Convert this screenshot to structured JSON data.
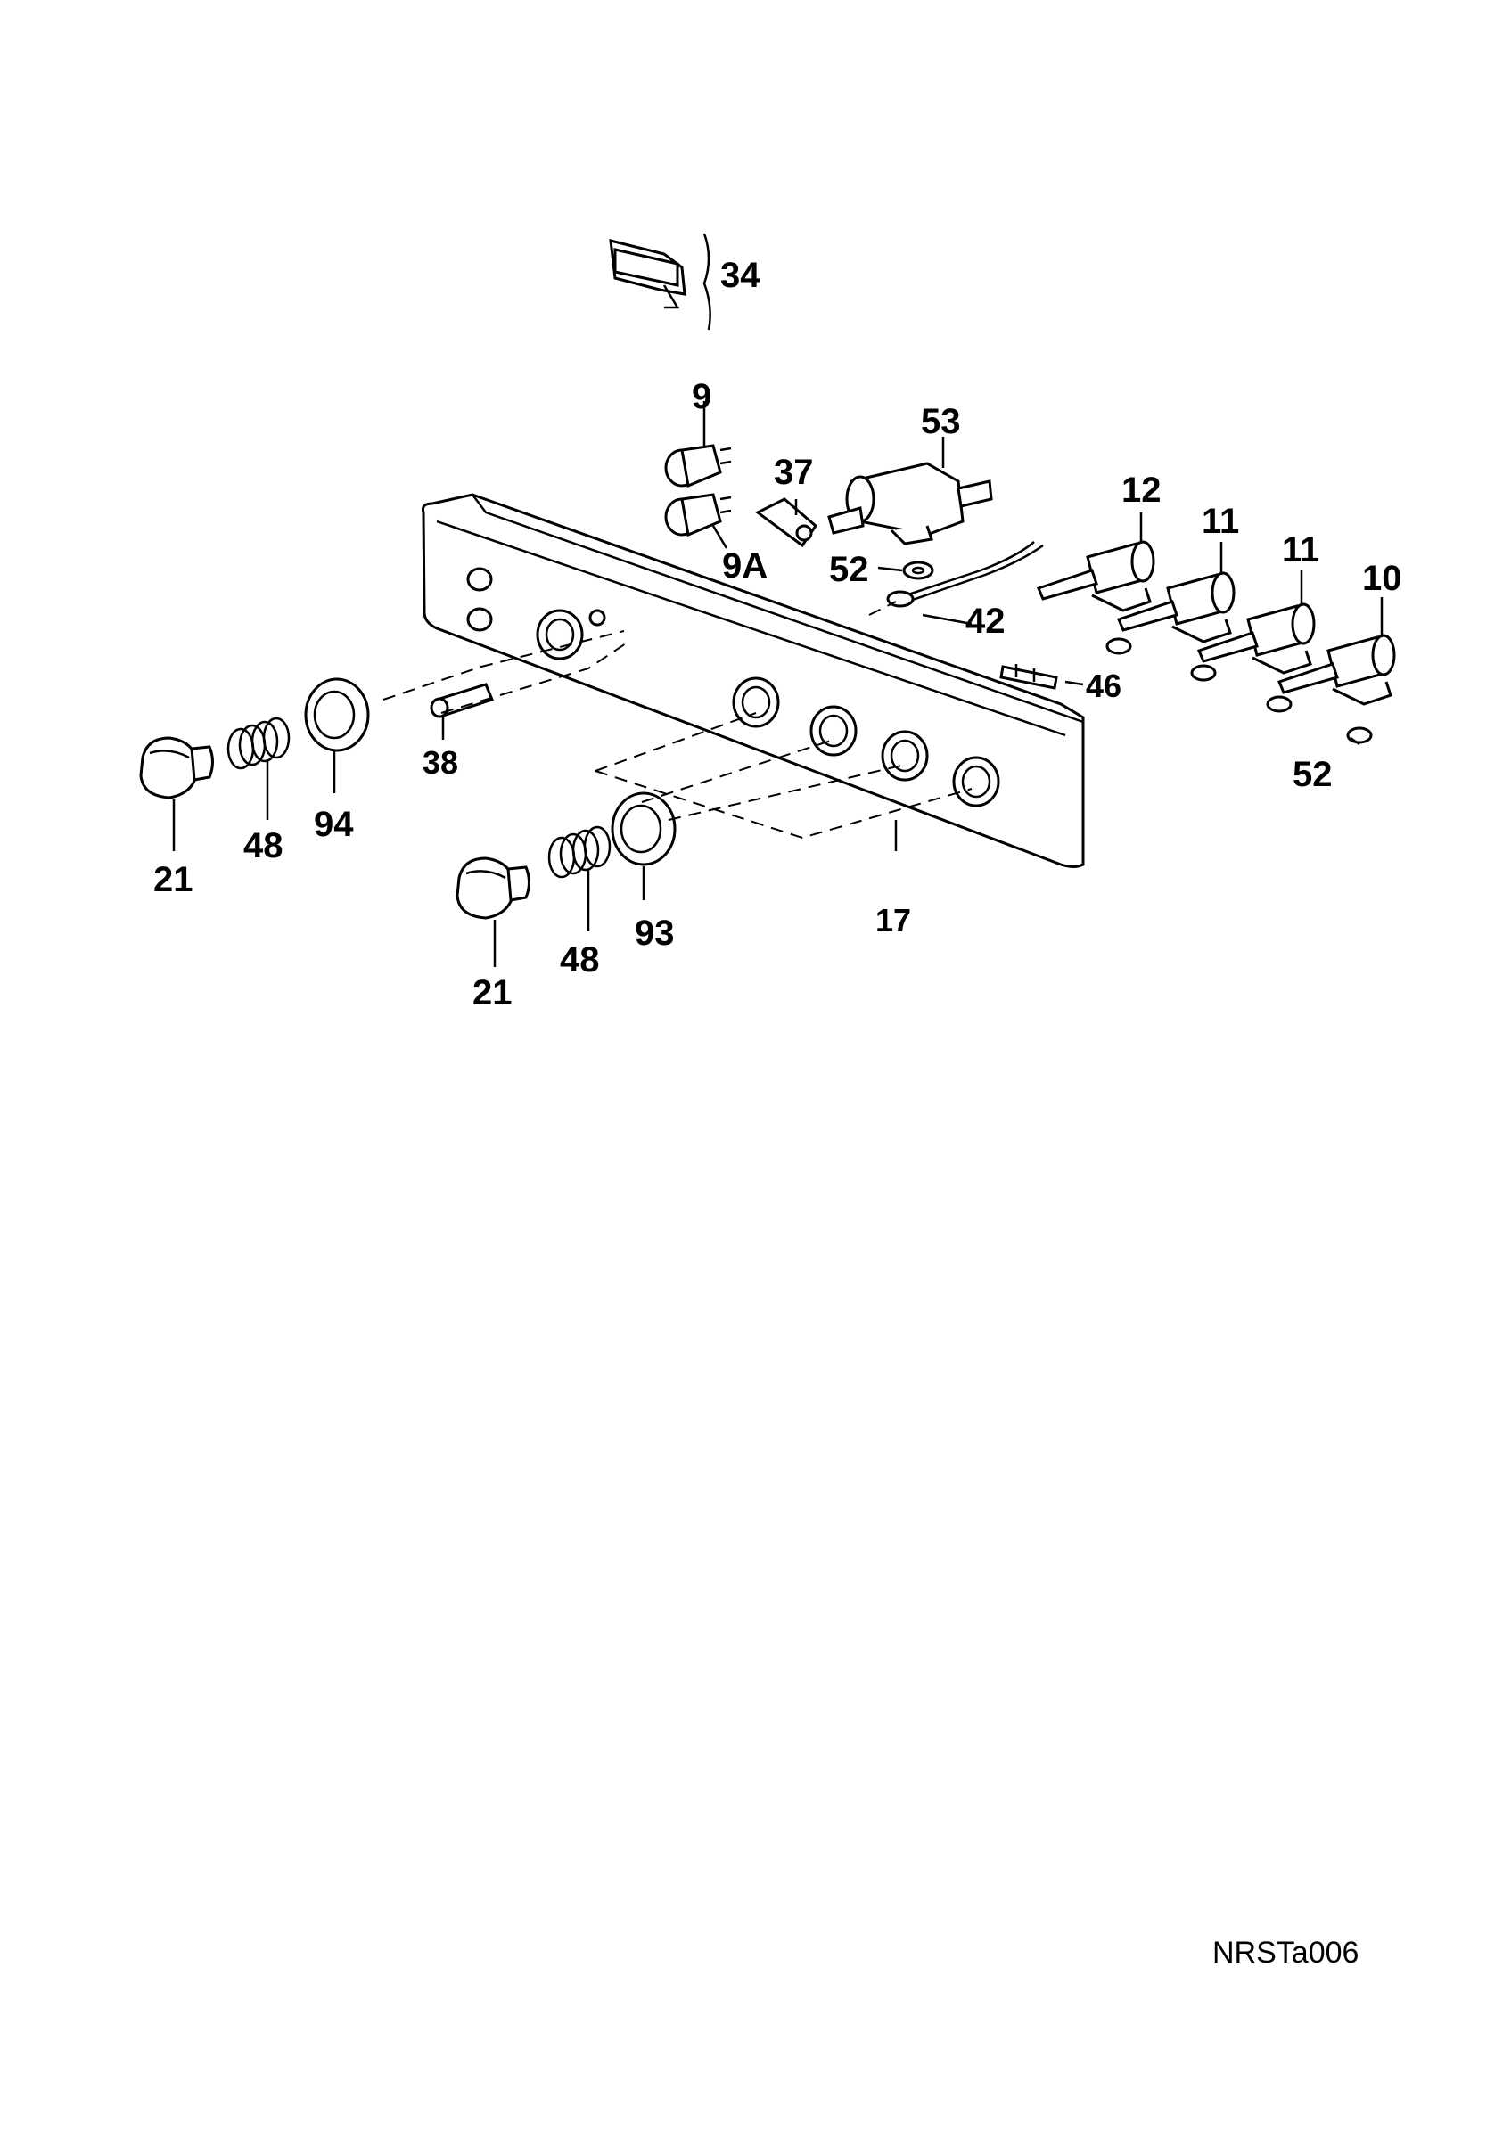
{
  "labels": {
    "l34": "34",
    "l9": "9",
    "l9a": "9A",
    "l53": "53",
    "l37": "37",
    "l52a": "52",
    "l42": "42",
    "l12": "12",
    "l11a": "11",
    "l11b": "11",
    "l10": "10",
    "l46": "46",
    "l52b": "52",
    "l38": "38",
    "l17": "17",
    "l94": "94",
    "l48a": "48",
    "l21a": "21",
    "l93": "93",
    "l48b": "48",
    "l21b": "21"
  },
  "reference_code": "NRSTa006"
}
